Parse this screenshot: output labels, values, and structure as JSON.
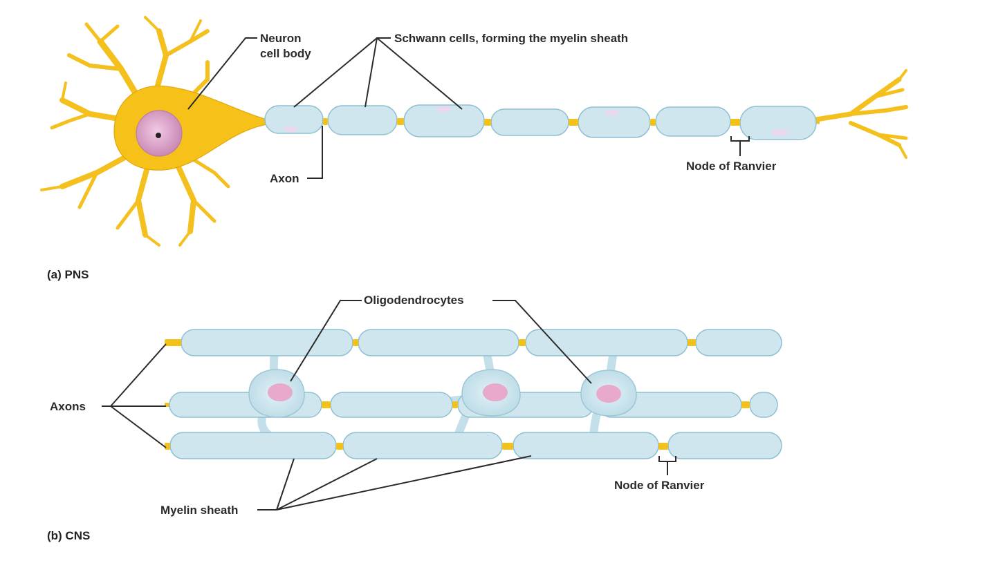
{
  "labels": {
    "neuron_cell_body_line1": "Neuron",
    "neuron_cell_body_line2": "cell body",
    "schwann_cells": "Schwann cells, forming the myelin sheath",
    "axon": "Axon",
    "node_of_ranvier_pns": "Node of Ranvier",
    "panel_a": "(a) PNS",
    "oligodendrocytes": "Oligodendrocytes",
    "axons": "Axons",
    "node_of_ranvier_cns": "Node of Ranvier",
    "myelin_sheath": "Myelin sheath",
    "panel_b": "(b) CNS"
  },
  "colors": {
    "neuron": "#f6c21a",
    "myelin": "#cfe6ee",
    "node": "#f2c21b",
    "nucleus": "#e6a9cf",
    "label": "#2a2a2a"
  }
}
